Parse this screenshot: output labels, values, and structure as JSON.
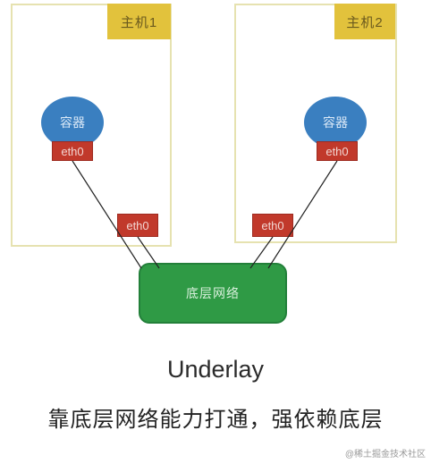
{
  "hosts": [
    {
      "label": "主机1",
      "container": "容器",
      "container_eth": "eth0",
      "host_eth": "eth0"
    },
    {
      "label": "主机2",
      "container": "容器",
      "container_eth": "eth0",
      "host_eth": "eth0"
    }
  ],
  "network": {
    "label": "底层网络"
  },
  "title": "Underlay",
  "caption": "靠底层网络能力打通，强依赖底层",
  "watermark": "@稀土掘金技术社区",
  "colors": {
    "host_label": "#e2c23c",
    "container": "#3a7fc0",
    "eth": "#c1392b",
    "network": "#2f9a45"
  }
}
